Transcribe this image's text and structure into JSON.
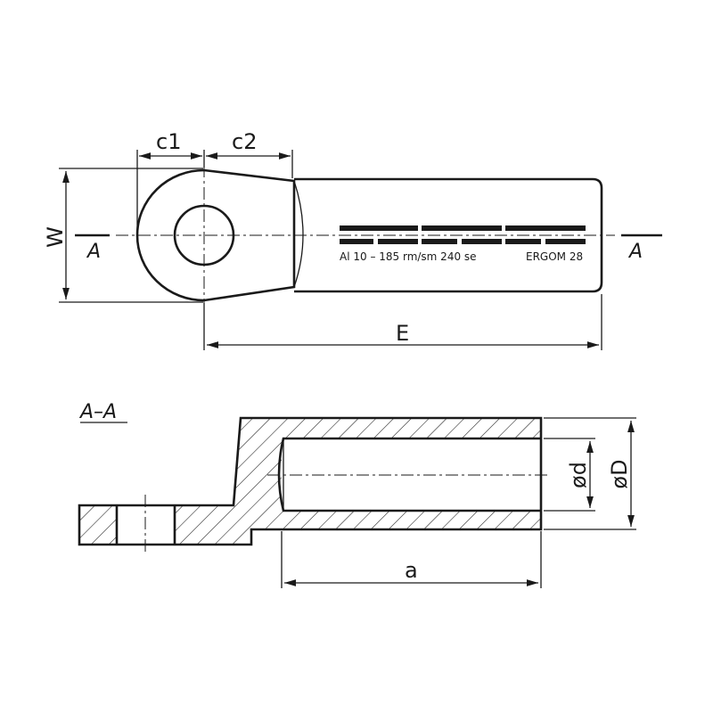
{
  "dimensions": {
    "c1": "c1",
    "c2": "c2",
    "W": "W",
    "E": "E",
    "a": "a",
    "d": "ød",
    "D": "øD"
  },
  "section": {
    "marker": "A",
    "view_label": "A–A"
  },
  "marking": {
    "spec": "Al 10 – 185 rm/sm 240 se",
    "brand": "ERGOM 28"
  }
}
